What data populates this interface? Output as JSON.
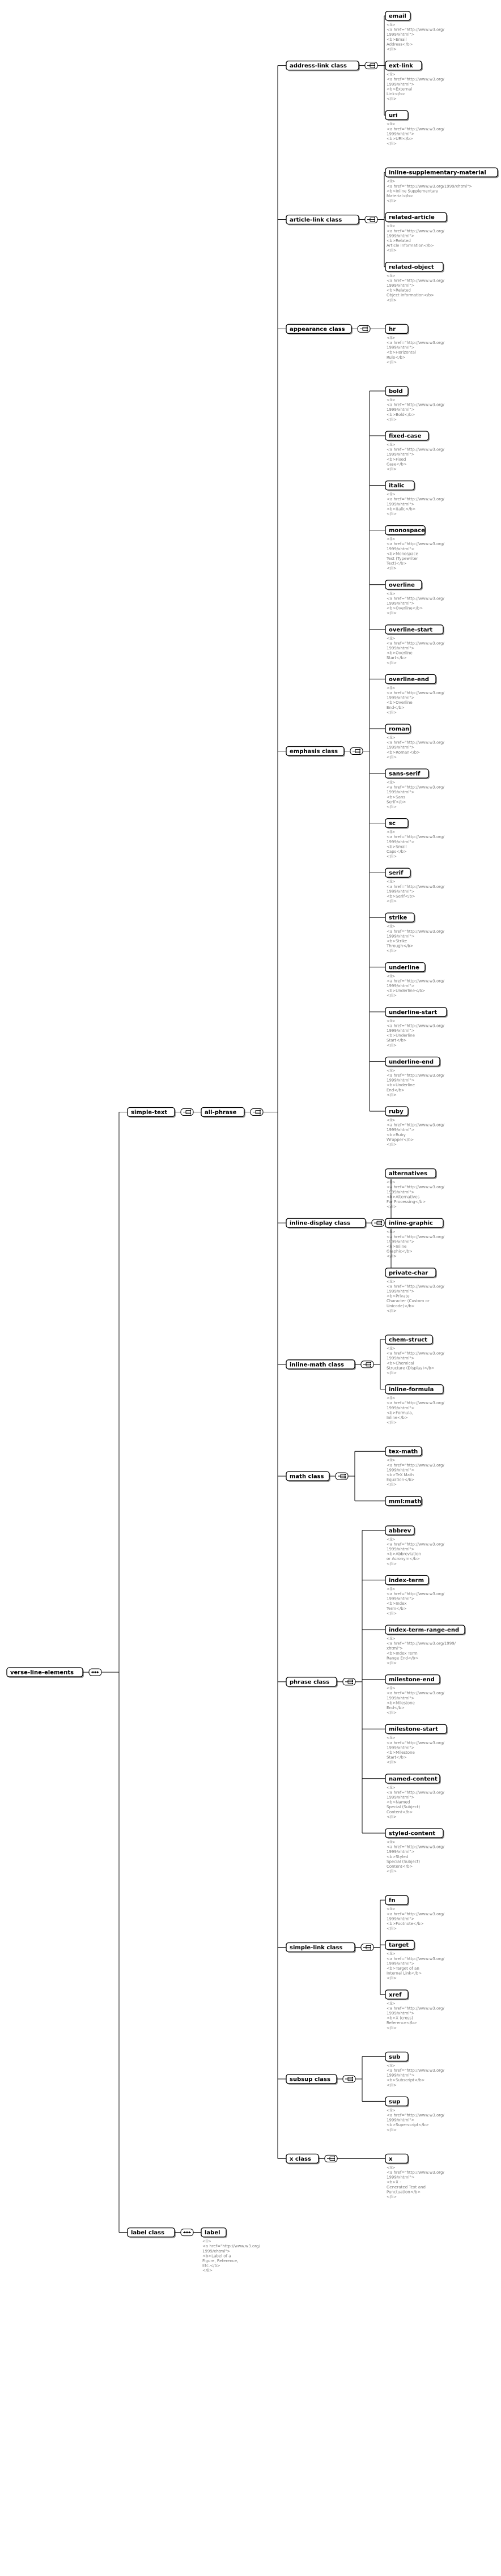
{
  "root": {
    "name": "verse-line-elements"
  },
  "level1": [
    {
      "name": "simple-text"
    },
    {
      "name": "label class"
    }
  ],
  "level2": [
    {
      "name": "all-phrase"
    }
  ],
  "classes": [
    {
      "name": "address-link class",
      "items": [
        {
          "name": "email",
          "doc": [
            "<li>",
            "<a href=\"http://www.w3.org/",
            "1999/xhtml\">",
            "<b>Email",
            "Address</b>",
            "</li>"
          ]
        },
        {
          "name": "ext-link",
          "doc": [
            "<li>",
            "<a href=\"http://www.w3.org/",
            "1999/xhtml\">",
            "<b>External",
            "Link</b>",
            "</li>"
          ]
        },
        {
          "name": "uri",
          "doc": [
            "<li>",
            "<a href=\"http://www.w3.org/",
            "1999/xhtml\">",
            "<b>URI</b>",
            "</li>"
          ]
        }
      ]
    },
    {
      "name": "article-link class",
      "items": [
        {
          "name": "inline-supplementary-material",
          "doc": [
            "<li>",
            "<a href=\"http://www.w3.org/1999/xhtml\">",
            "<b>Inline Supplementary",
            "Material</b>",
            "</li>"
          ]
        },
        {
          "name": "related-article",
          "doc": [
            "<li>",
            "<a href=\"http://www.w3.org/",
            "1999/xhtml\">",
            "<b>Related",
            "Article Information</b>",
            "</li>"
          ]
        },
        {
          "name": "related-object",
          "doc": [
            "<li>",
            "<a href=\"http://www.w3.org/",
            "1999/xhtml\">",
            "<b>Related",
            "Object Information</b>",
            "</li>"
          ]
        }
      ]
    },
    {
      "name": "appearance class",
      "items": [
        {
          "name": "hr",
          "doc": [
            "<li>",
            "<a href=\"http://www.w3.org/",
            "1999/xhtml\">",
            "<b>Horizontal",
            "Rule</b>",
            "</li>"
          ]
        }
      ]
    },
    {
      "name": "emphasis class",
      "items": [
        {
          "name": "bold",
          "doc": [
            "<li>",
            "<a href=\"http://www.w3.org/",
            "1999/xhtml\">",
            "<b>Bold</b>",
            "</li>"
          ]
        },
        {
          "name": "fixed-case",
          "doc": [
            "<li>",
            "<a href=\"http://www.w3.org/",
            "1999/xhtml\">",
            "<b>Fixed",
            "Case</b>",
            "</li>"
          ]
        },
        {
          "name": "italic",
          "doc": [
            "<li>",
            "<a href=\"http://www.w3.org/",
            "1999/xhtml\">",
            "<b>Italic</b>",
            "</li>"
          ]
        },
        {
          "name": "monospace",
          "doc": [
            "<li>",
            "<a href=\"http://www.w3.org/",
            "1999/xhtml\">",
            "<b>Monospace",
            "Text (Typewriter",
            "Text)</b>",
            "</li>"
          ]
        },
        {
          "name": "overline",
          "doc": [
            "<li>",
            "<a href=\"http://www.w3.org/",
            "1999/xhtml\">",
            "<b>Overline</b>",
            "</li>"
          ]
        },
        {
          "name": "overline-start",
          "doc": [
            "<li>",
            "<a href=\"http://www.w3.org/",
            "1999/xhtml\">",
            "<b>Overline",
            "Start</b>",
            "</li>"
          ]
        },
        {
          "name": "overline-end",
          "doc": [
            "<li>",
            "<a href=\"http://www.w3.org/",
            "1999/xhtml\">",
            "<b>Overline",
            "End</b>",
            "</li>"
          ]
        },
        {
          "name": "roman",
          "doc": [
            "<li>",
            "<a href=\"http://www.w3.org/",
            "1999/xhtml\">",
            "<b>Roman</b>",
            "</li>"
          ]
        },
        {
          "name": "sans-serif",
          "doc": [
            "<li>",
            "<a href=\"http://www.w3.org/",
            "1999/xhtml\">",
            "<b>Sans",
            "Serif</b>",
            "</li>"
          ]
        },
        {
          "name": "sc",
          "doc": [
            "<li>",
            "<a href=\"http://www.w3.org/",
            "1999/xhtml\">",
            "<b>Small",
            "Caps</b>",
            "</li>"
          ]
        },
        {
          "name": "serif",
          "doc": [
            "<li>",
            "<a href=\"http://www.w3.org/",
            "1999/xhtml\">",
            "<b>Serif</b>",
            "</li>"
          ]
        },
        {
          "name": "strike",
          "doc": [
            "<li>",
            "<a href=\"http://www.w3.org/",
            "1999/xhtml\">",
            "<b>Strike",
            "Through</b>",
            "</li>"
          ]
        },
        {
          "name": "underline",
          "doc": [
            "<li>",
            "<a href=\"http://www.w3.org/",
            "1999/xhtml\">",
            "<b>Underline</b>",
            "</li>"
          ]
        },
        {
          "name": "underline-start",
          "doc": [
            "<li>",
            "<a href=\"http://www.w3.org/",
            "1999/xhtml\">",
            "<b>Underline",
            "Start</b>",
            "</li>"
          ]
        },
        {
          "name": "underline-end",
          "doc": [
            "<li>",
            "<a href=\"http://www.w3.org/",
            "1999/xhtml\">",
            "<b>Underline",
            "End</b>",
            "</li>"
          ]
        },
        {
          "name": "ruby",
          "doc": [
            "<li>",
            "<a href=\"http://www.w3.org/",
            "1999/xhtml\">",
            "<b>Ruby",
            "Wrapper</b>",
            "</li>"
          ]
        }
      ]
    },
    {
      "name": "inline-display class",
      "items": [
        {
          "name": "alternatives",
          "doc": [
            "<li>",
            "<a href=\"http://www.w3.org/",
            "1999/xhtml\">",
            "<b>Alternatives",
            "For Processing</b>",
            "</li>"
          ]
        },
        {
          "name": "inline-graphic",
          "doc": [
            "<li>",
            "<a href=\"http://www.w3.org/",
            "1999/xhtml\">",
            "<b>Inline",
            "Graphic</b>",
            "</li>"
          ]
        },
        {
          "name": "private-char",
          "doc": [
            "<li>",
            "<a href=\"http://www.w3.org/",
            "1999/xhtml\">",
            "<b>Private",
            "Character (Custom or",
            "Unicode)</b>",
            "</li>"
          ]
        }
      ]
    },
    {
      "name": "inline-math class",
      "items": [
        {
          "name": "chem-struct",
          "doc": [
            "<li>",
            "<a href=\"http://www.w3.org/",
            "1999/xhtml\">",
            "<b>Chemical",
            "Structure (Display)</b>",
            "</li>"
          ]
        },
        {
          "name": "inline-formula",
          "doc": [
            "<li>",
            "<a href=\"http://www.w3.org/",
            "1999/xhtml\">",
            "<b>Formula,",
            "Inline</b>",
            "</li>"
          ]
        }
      ]
    },
    {
      "name": "math class",
      "items": [
        {
          "name": "tex-math",
          "doc": [
            "<li>",
            "<a href=\"http://www.w3.org/",
            "1999/xhtml\">",
            "<b>TeX Math",
            "Equation</b>",
            "</li>"
          ]
        },
        {
          "name": "mml:math",
          "doc": []
        }
      ]
    },
    {
      "name": "phrase class",
      "items": [
        {
          "name": "abbrev",
          "doc": [
            "<li>",
            "<a href=\"http://www.w3.org/",
            "1999/xhtml\">",
            "<b>Abbreviation",
            "or Acronym</b>",
            "</li>"
          ]
        },
        {
          "name": "index-term",
          "doc": [
            "<li>",
            "<a href=\"http://www.w3.org/",
            "1999/xhtml\">",
            "<b>Index",
            "Term</b>",
            "</li>"
          ]
        },
        {
          "name": "index-term-range-end",
          "doc": [
            "<li>",
            "<a href=\"http://www.w3.org/1999/",
            "xhtml\">",
            "<b>Index Term",
            "Range End</b>",
            "</li>"
          ]
        },
        {
          "name": "milestone-end",
          "doc": [
            "<li>",
            "<a href=\"http://www.w3.org/",
            "1999/xhtml\">",
            "<b>Milestone",
            "End</b>",
            "</li>"
          ]
        },
        {
          "name": "milestone-start",
          "doc": [
            "<li>",
            "<a href=\"http://www.w3.org/",
            "1999/xhtml\">",
            "<b>Milestone",
            "Start</b>",
            "</li>"
          ]
        },
        {
          "name": "named-content",
          "doc": [
            "<li>",
            "<a href=\"http://www.w3.org/",
            "1999/xhtml\">",
            "<b>Named",
            "Special (Subject)",
            "Content</b>",
            "</li>"
          ]
        },
        {
          "name": "styled-content",
          "doc": [
            "<li>",
            "<a href=\"http://www.w3.org/",
            "1999/xhtml\">",
            "<b>Styled",
            "Special (Subject)",
            "Content</b>",
            "</li>"
          ]
        }
      ]
    },
    {
      "name": "simple-link class",
      "items": [
        {
          "name": "fn",
          "doc": [
            "<li>",
            "<a href=\"http://www.w3.org/",
            "1999/xhtml\">",
            "<b>Footnote</b>",
            "</li>"
          ]
        },
        {
          "name": "target",
          "doc": [
            "<li>",
            "<a href=\"http://www.w3.org/",
            "1999/xhtml\">",
            "<b>Target of an",
            "Internal Link</b>",
            "</li>"
          ]
        },
        {
          "name": "xref",
          "doc": [
            "<li>",
            "<a href=\"http://www.w3.org/",
            "1999/xhtml\">",
            "<b>X (cross)",
            "Reference</b>",
            "</li>"
          ]
        }
      ]
    },
    {
      "name": "subsup class",
      "items": [
        {
          "name": "sub",
          "doc": [
            "<li>",
            "<a href=\"http://www.w3.org/",
            "1999/xhtml\">",
            "<b>Subscript</b>",
            "</li>"
          ]
        },
        {
          "name": "sup",
          "doc": [
            "<li>",
            "<a href=\"http://www.w3.org/",
            "1999/xhtml\">",
            "<b>Superscript</b>",
            "</li>"
          ]
        }
      ]
    },
    {
      "name": "x class",
      "items": [
        {
          "name": "x",
          "doc": [
            "<li>",
            "<a href=\"http://www.w3.org/",
            "1999/xhtml\">",
            "<b>X -",
            "Generated Text and",
            "Punctuation</b>",
            "</li>"
          ]
        }
      ]
    }
  ],
  "label": {
    "name": "label",
    "doc": [
      "<li>",
      "<a href=\"http://www.w3.org/",
      "1999/xhtml\">",
      "<b>Label of a",
      "Figure, Reference,",
      "Etc.</b>",
      "</li>"
    ]
  }
}
